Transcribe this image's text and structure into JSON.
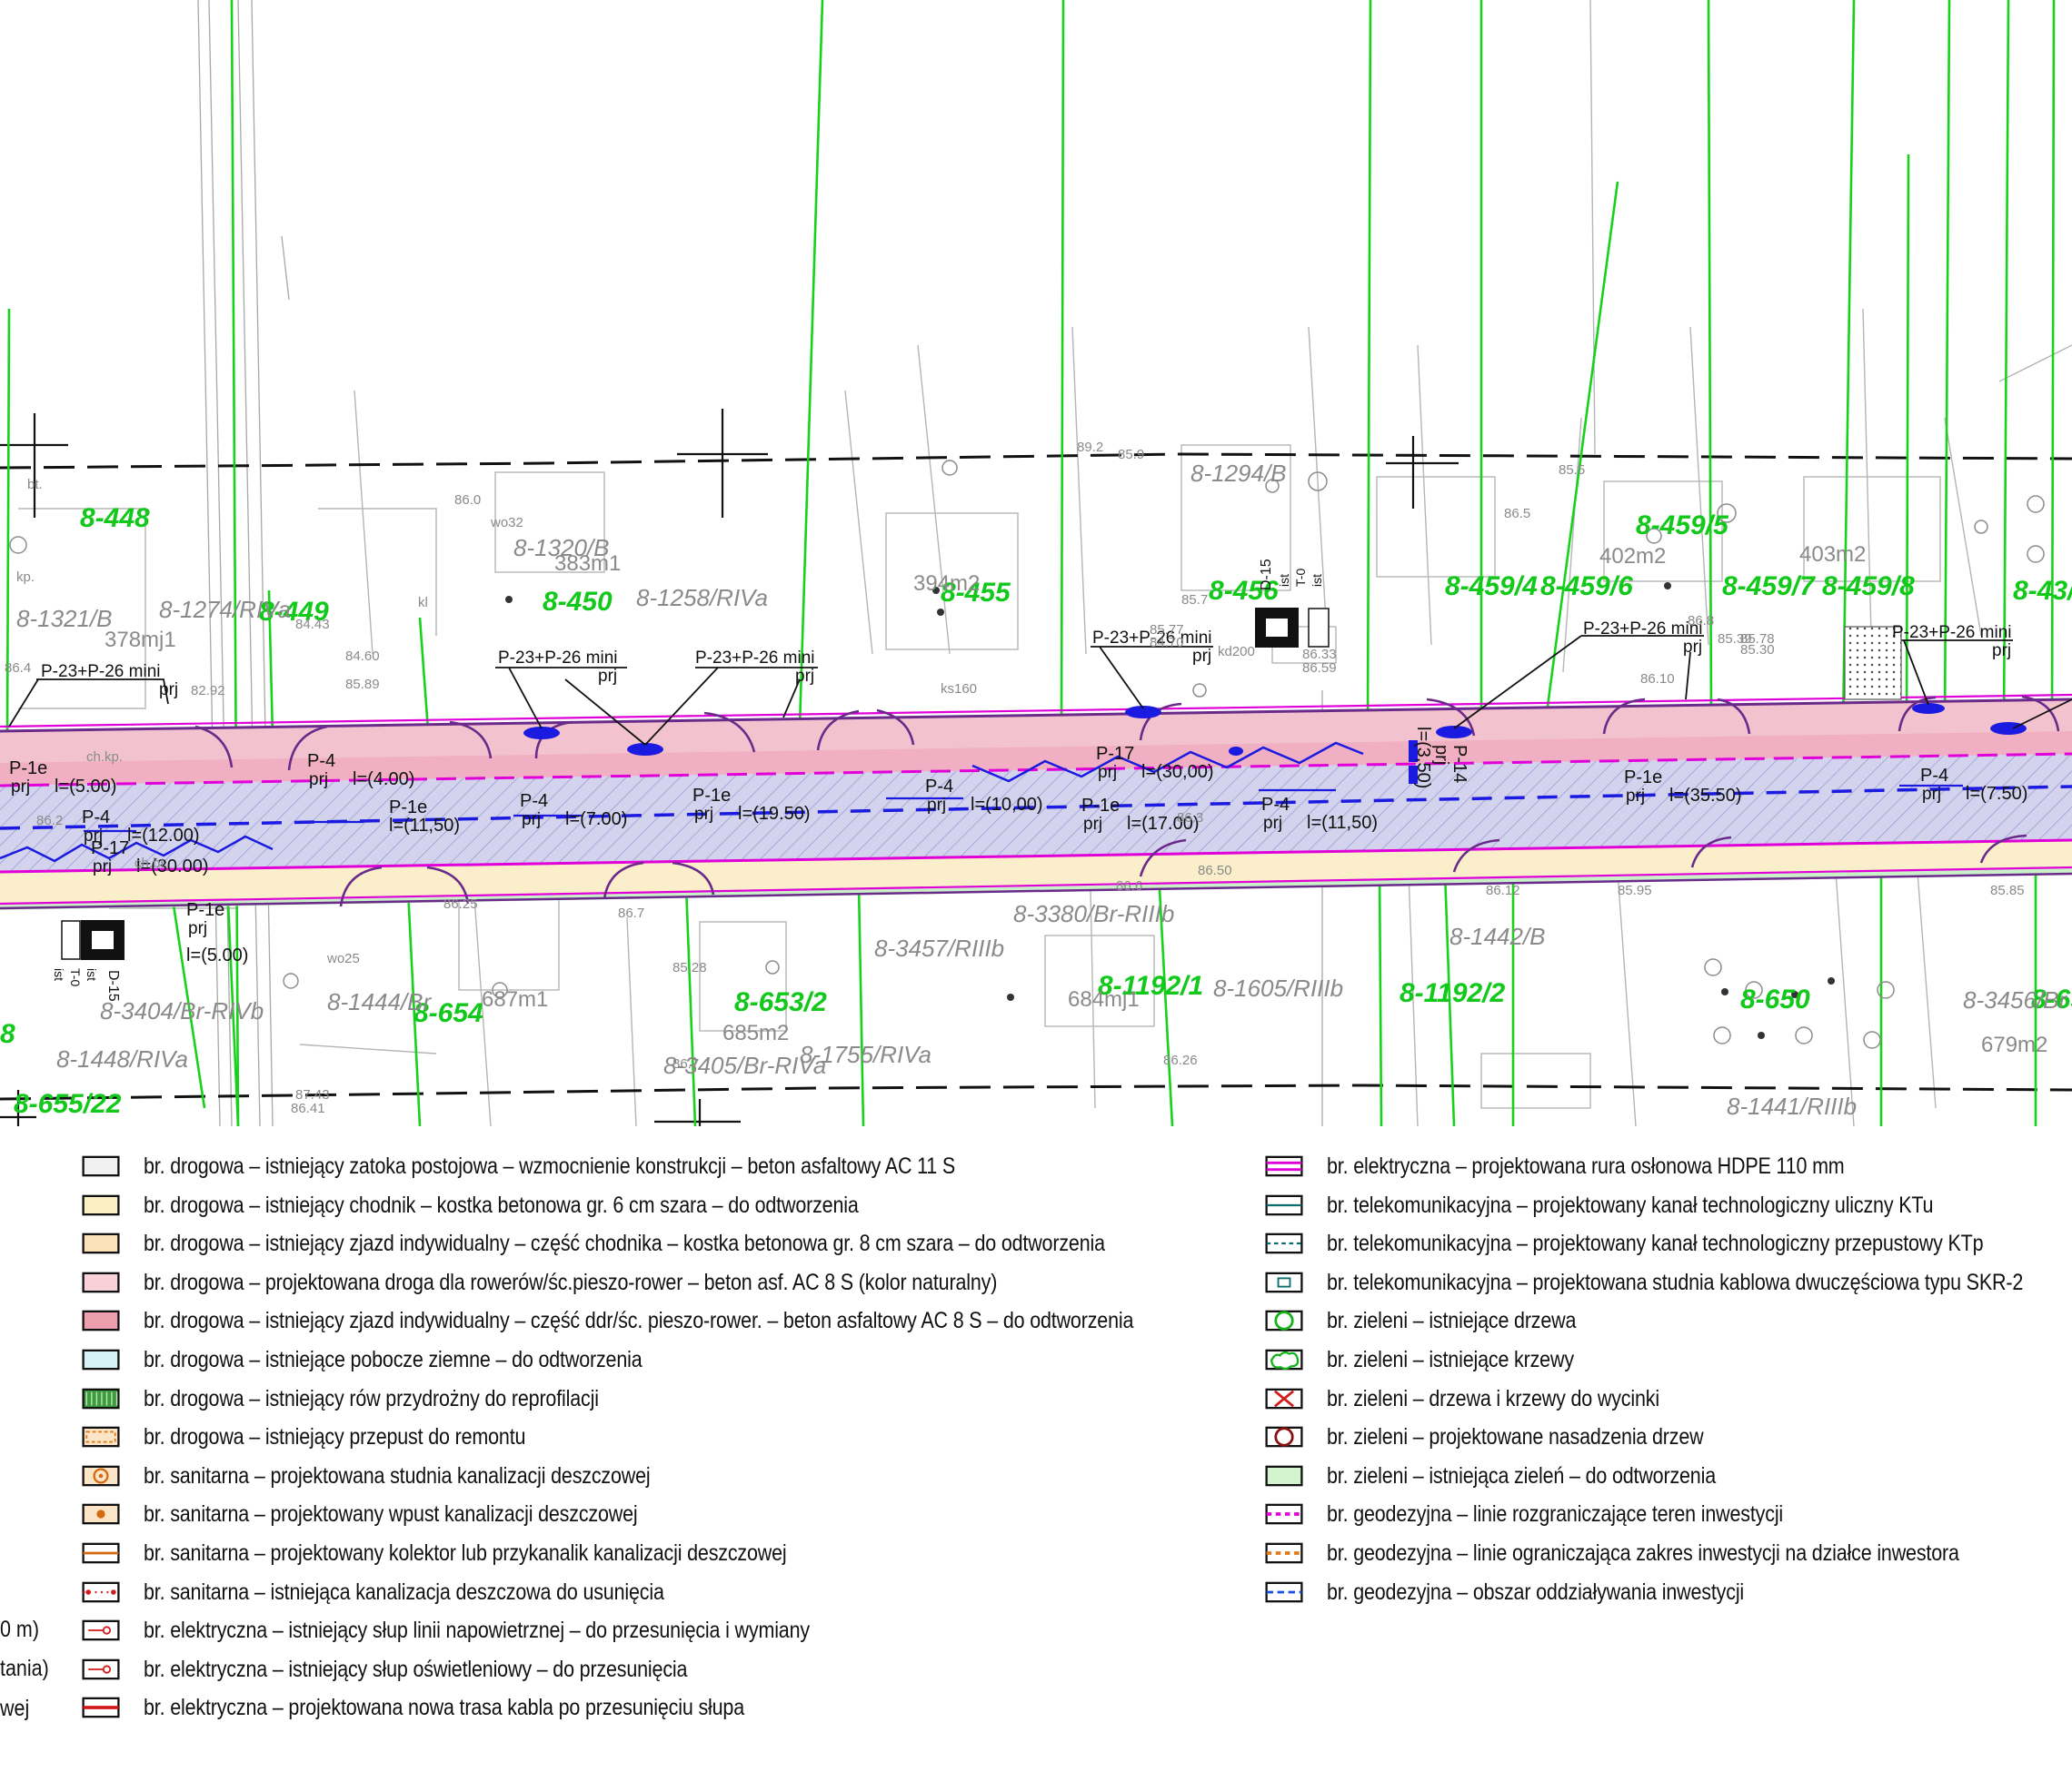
{
  "map": {
    "parcels_green": [
      "8-448",
      "8-449",
      "8-450",
      "8-455",
      "8-456",
      "8-459/4",
      "8-459/5",
      "8-459/6",
      "8-459/7",
      "8-459/8",
      "8-43/",
      "8-654",
      "8-653/2",
      "8-1192/1",
      "8-1192/2",
      "8-650",
      "8-65",
      "8-655/22",
      "8"
    ],
    "parcels_gray": [
      "8-1321/B",
      "8-1274/RIVa",
      "8-1320/B",
      "8-1258/RIVa",
      "8-1294/B",
      "8-3404/Br-RIVb",
      "8-1448/RIVa",
      "8-1444/Br",
      "8-3405/Br-RIVa",
      "8-1755/RIVa",
      "8-3457/RIIIb",
      "8-3380/Br-RIIIb",
      "8-1605/RIIIb",
      "8-1442/B",
      "8-1441/RIIIb",
      "8-3456/Br"
    ],
    "areas": [
      "378mj1",
      "383m1",
      "394m2",
      "402m2",
      "403m2",
      "687m1",
      "685m2",
      "684mj1",
      "679m2"
    ],
    "callouts": [
      {
        "label": "P-23+P-26 mini",
        "sub": "prj"
      },
      {
        "label": "P-23+P-26 mini",
        "sub": "prj"
      },
      {
        "label": "P-23+P-26 mini",
        "sub": "prj"
      },
      {
        "label": "P-23+P-26 mini",
        "sub": "prj"
      },
      {
        "label": "P-23+P-26 mini",
        "sub": "prj"
      },
      {
        "label": "P-23+P-26 mini",
        "sub": "prj"
      }
    ],
    "sign_labels": [
      {
        "code": "P-1e",
        "sub": "prj",
        "len": "l=(5.00)"
      },
      {
        "code": "P-4",
        "sub": "prj",
        "len": "l=(12.00)"
      },
      {
        "code": "P-17",
        "sub": "prj",
        "len": "l=(30.00)"
      },
      {
        "code": "P-4",
        "sub": "prj",
        "len": "l=(4.00)"
      },
      {
        "code": "P-1e",
        "sub": "",
        "len": "l=(11,50)"
      },
      {
        "code": "P-4",
        "sub": "prj",
        "len": "l=(7.00)"
      },
      {
        "code": "P-1e",
        "sub": "prj",
        "len": "l=(19.50)"
      },
      {
        "code": "P-4",
        "sub": "prj",
        "len": "l=(10,00)"
      },
      {
        "code": "P-17",
        "sub": "prj",
        "len": "l=(30,00)"
      },
      {
        "code": "P-1e",
        "sub": "prj",
        "len": "l=(17.00)"
      },
      {
        "code": "P-4",
        "sub": "prj",
        "len": "l=(11,50)"
      },
      {
        "code": "P-14",
        "sub": "prj",
        "len": "l=(3,50)"
      },
      {
        "code": "P-1e",
        "sub": "prj",
        "len": "l=(35.50)"
      },
      {
        "code": "P-4",
        "sub": "prj",
        "len": "l=(7.50)"
      },
      {
        "code": "P-1e",
        "sub": "prj",
        "len": "l=(5.00)"
      },
      {
        "code": "P-1e",
        "sub": "",
        "len": ""
      }
    ],
    "sign_boxes": [
      {
        "code": "D-15",
        "a": "ist",
        "b": "T-0",
        "c": "ist"
      },
      {
        "code": "D-15",
        "a": "ist",
        "b": "T-0",
        "c": "ist"
      }
    ],
    "small_labels": [
      "bt.",
      "kp.",
      "ch.kp.",
      "ch.bt.",
      "kl",
      "ks160",
      "wo25",
      "wo32",
      "kd200",
      "86.3",
      "86.2",
      "86.0",
      "85.9",
      "85.7",
      "85.5",
      "86.5",
      "86.8",
      "86.7",
      "85.28",
      "86.26",
      "82.92",
      "84.60",
      "85.89",
      "84.43",
      "85.77",
      "84.70",
      "85.78",
      "85.30",
      "86.10",
      "85.39",
      "86.33",
      "86.59",
      "86.50",
      "86.25",
      "86.12",
      "85.95",
      "85.85",
      "87.43",
      "86.41",
      "86.4",
      "86.6",
      "86.7",
      "89.2"
    ]
  },
  "legend": {
    "edge_fragments": [
      "0 m)",
      "tania)",
      "wej"
    ],
    "left": [
      {
        "sym": "gray-box",
        "text": "br. drogowa – istniejący zatoka postojowa –  wzmocnienie konstrukcji – beton asfaltowy AC 11 S"
      },
      {
        "sym": "yellow-box",
        "text": "br. drogowa – istniejący chodnik – kostka betonowa gr. 6 cm szara – do odtworzenia"
      },
      {
        "sym": "tan-box",
        "text": "br. drogowa – istniejący zjazd indywidualny – część chodnika – kostka betonowa gr. 8 cm szara – do odtworzenia"
      },
      {
        "sym": "pink-box",
        "text": "br. drogowa – projektowana droga dla rowerów/śc.pieszo-rower – beton asf. AC 8 S (kolor naturalny)"
      },
      {
        "sym": "rose-box",
        "text": "br. drogowa – istniejący zjazd indywidualny – część ddr/śc. pieszo-rower. – beton asfaltowy AC 8 S – do odtworzenia"
      },
      {
        "sym": "cyan-box",
        "text": "br. drogowa – istniejące pobocze ziemne – do odtworzenia"
      },
      {
        "sym": "green-hatch",
        "text": "br. drogowa – istniejący rów przydrożny do reprofilacji"
      },
      {
        "sym": "orange-dash-box",
        "text": "br. drogowa – istniejący przepust do remontu"
      },
      {
        "sym": "manhole",
        "text": "br. sanitarna – projektowana studnia kanalizacji deszczowej"
      },
      {
        "sym": "inlet",
        "text": "br. sanitarna – projektowany wpust kanalizacji deszczowej"
      },
      {
        "sym": "orange-line",
        "text": "br. sanitarna – projektowany kolektor lub przykanalik kanalizacji deszczowej"
      },
      {
        "sym": "red-dot-line",
        "text": "br. sanitarna – istniejąca kanalizacja deszczowa do usunięcia"
      },
      {
        "sym": "pole",
        "text": "br. elektryczna – istniejący słup linii napowietrznej – do przesunięcia i wymiany"
      },
      {
        "sym": "pole",
        "text": "br. elektryczna – istniejący słup oświetleniowy – do przesunięcia"
      },
      {
        "sym": "red-line",
        "text": "br. elektryczna – projektowana nowa trasa kabla po przesunięciu słupa"
      }
    ],
    "right": [
      {
        "sym": "magenta-duct",
        "text": "br. elektryczna – projektowana rura osłonowa HDPE 110 mm"
      },
      {
        "sym": "teal-line",
        "text": "br. telekomunikacyjna – projektowany kanał technologiczny uliczny KTu"
      },
      {
        "sym": "teal-dash",
        "text": "br. telekomunikacyjna – projektowany kanał technologiczny przepustowy KTp"
      },
      {
        "sym": "teal-well",
        "text": "br. telekomunikacyjna – projektowana studnia kablowa dwuczęściowa typu SKR-2"
      },
      {
        "sym": "tree-green",
        "text": "br. zieleni – istniejące drzewa"
      },
      {
        "sym": "shrub",
        "text": "br. zieleni – istniejące krzewy"
      },
      {
        "sym": "cross-red",
        "text": "br. zieleni – drzewa i krzewy do wycinki"
      },
      {
        "sym": "tree-red",
        "text": "br. zieleni – projektowane nasadzenia drzew"
      },
      {
        "sym": "green-box",
        "text": "br. zieleni – istniejąca zieleń – do odtworzenia"
      },
      {
        "sym": "magenta-dot",
        "text": "br. geodezyjna – linie rozgraniczające teren inwestycji"
      },
      {
        "sym": "orange-dot",
        "text": "br. geodezyjna – linie ograniczająca zakres inwestycji na działce inwestora"
      },
      {
        "sym": "blue-dash",
        "text": "br. geodezyjna – obszar oddziaływania inwestycji"
      }
    ]
  },
  "colors": {
    "road_blue": "#cfd0ea",
    "bike_pink": "#f3c4cf",
    "sidewalk": "#fbefcb",
    "magenta": "#e000d8",
    "green_line": "#16d21a",
    "parcel_green": "#12c81a",
    "blue_line": "#1a1ae0",
    "gray_line": "#9a9a9a",
    "purple": "#6a2a8a"
  }
}
